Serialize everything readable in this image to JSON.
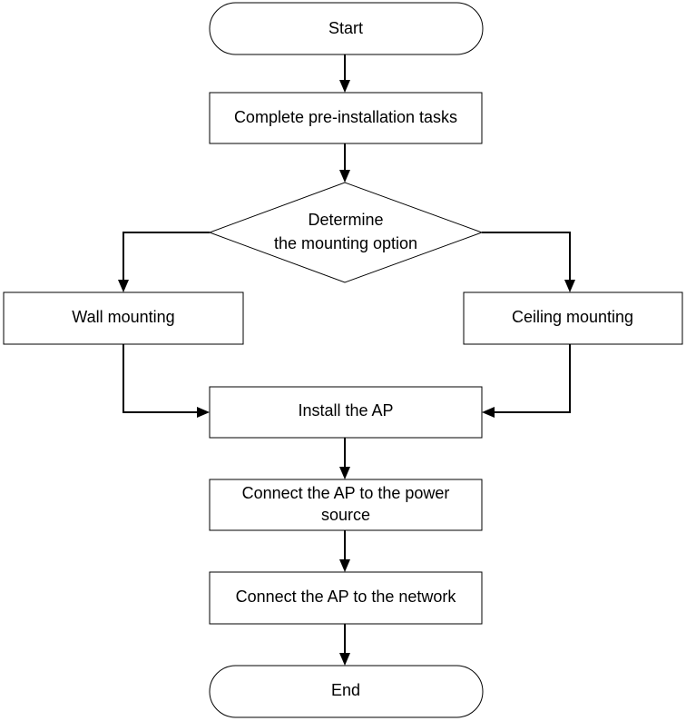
{
  "flowchart": {
    "start": "Start",
    "preinstall": "Complete pre-installation tasks",
    "decision": [
      "Determine",
      "the mounting option"
    ],
    "wall": "Wall mounting",
    "ceiling": "Ceiling mounting",
    "install": "Install the AP",
    "power": [
      "Connect the AP to the power",
      "source"
    ],
    "network": "Connect the AP to the network",
    "end": "End"
  }
}
